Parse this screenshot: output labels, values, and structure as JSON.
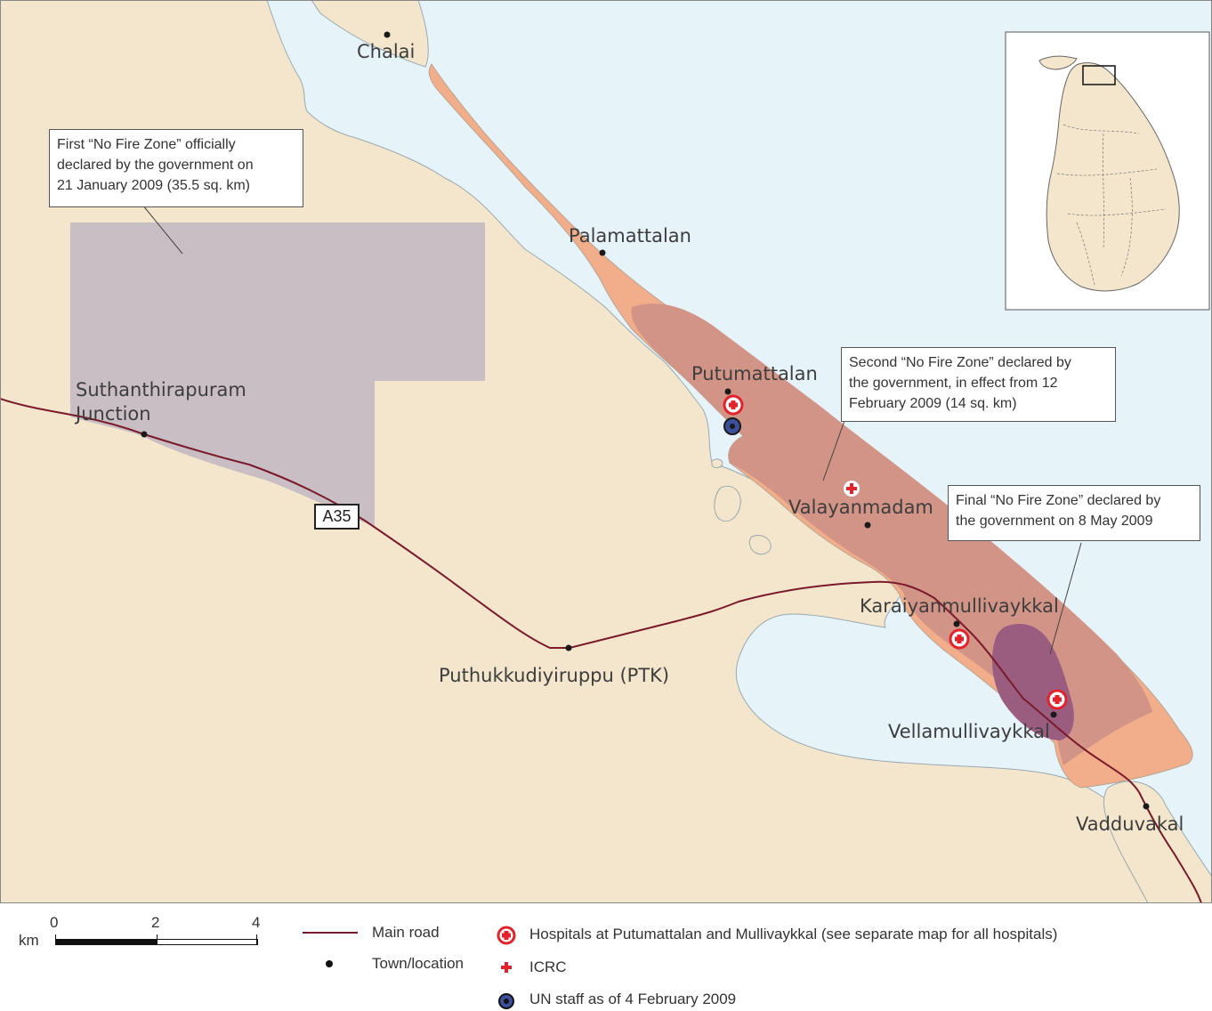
{
  "colors": {
    "sea": "#e6f4fa",
    "land": "#f3e6cc",
    "first_zone": "#c6bcc3",
    "strip_light": "#f2ae8a",
    "second_zone": "#d29486",
    "final_zone": "#9a5d80",
    "road": "#7a1a2a",
    "hospital": "#e3222c",
    "un_staff": "#3d4e9a"
  },
  "towns": {
    "chalai": "Chalai",
    "palamattalan": "Palamattalan",
    "putumattalan": "Putumattalan",
    "valayanmadam": "Valayanmadam",
    "karaiyanmullivaykkal": "Karaiyanmullivaykkal",
    "vellamullivaykkal": "Vellamullivaykkal",
    "vadduvakal": "Vadduvakal",
    "suthanthirapuram": "Suthanthirapuram\nJunction",
    "ptk": "Puthukkudiyiruppu (PTK)"
  },
  "road_label": "A35",
  "callouts": {
    "first": "First “No Fire Zone” officially\ndeclared by the government on\n21 January 2009 (35.5 sq. km)",
    "second": "Second “No Fire Zone” declared by\nthe government, in effect from 12\nFebruary 2009 (14 sq. km)",
    "final": "Final “No Fire Zone” declared by\nthe government on 8 May 2009"
  },
  "scale": {
    "unit": "km",
    "ticks": [
      "0",
      "2",
      "4"
    ]
  },
  "legend": {
    "main_road": "Main road",
    "town": "Town/location",
    "hospitals": "Hospitals at Putumattalan and Mullivaykkal (see separate map for all hospitals)",
    "icrc": "ICRC",
    "un_staff": "UN staff as of 4 February 2009"
  }
}
